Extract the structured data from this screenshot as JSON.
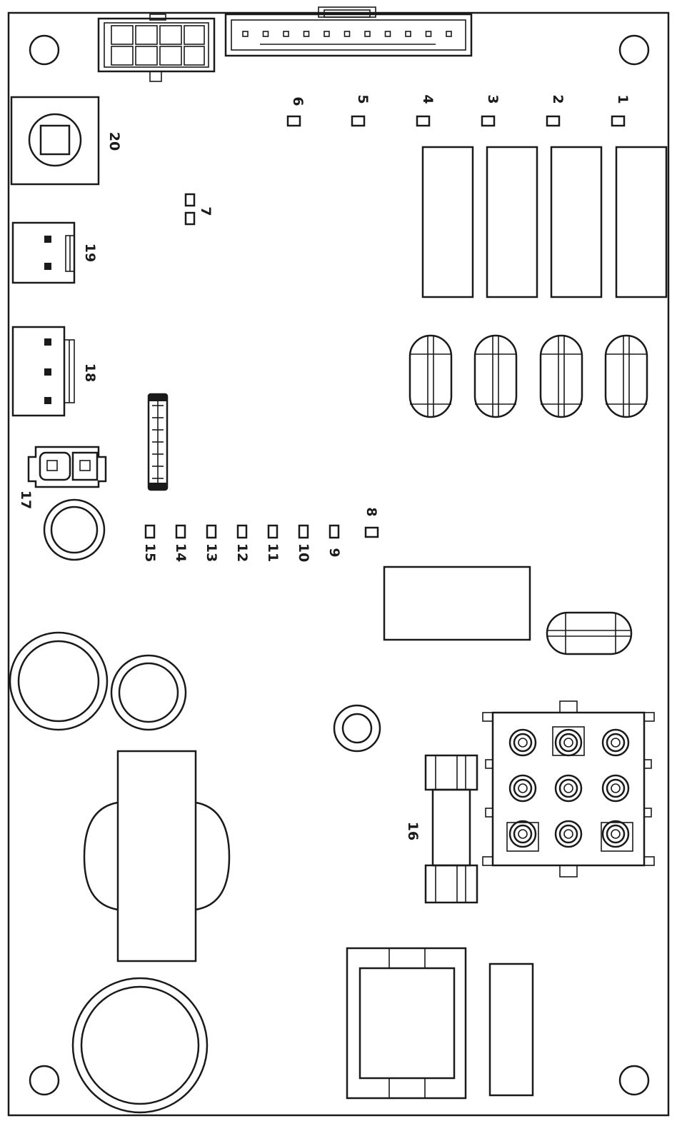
{
  "colors": {
    "stroke": "#1a1a1a",
    "background": "#ffffff"
  },
  "labels": {
    "l1": "1",
    "l2": "2",
    "l3": "3",
    "l4": "4",
    "l5": "5",
    "l6": "6",
    "l7": "7",
    "l8": "8",
    "l9": "9",
    "l10": "10",
    "l11": "11",
    "l12": "12",
    "l13": "13",
    "l14": "14",
    "l15": "15",
    "l16": "16",
    "l17": "17",
    "l18": "18",
    "l19": "19",
    "l20": "20"
  }
}
